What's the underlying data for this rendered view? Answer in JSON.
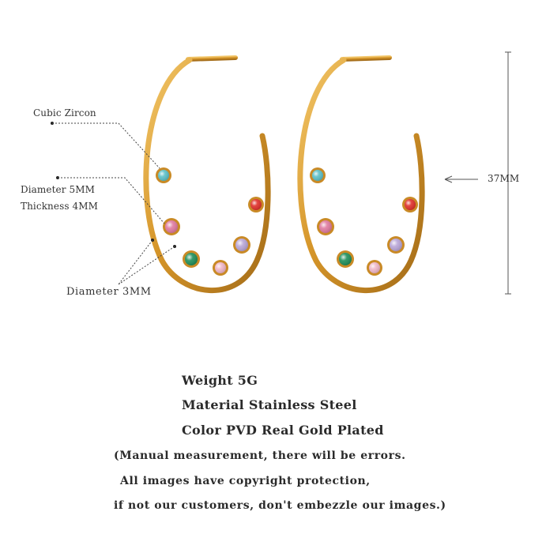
{
  "annotations": {
    "cubic_zircon": "Cubic Zircon",
    "diameter_5mm": "Diameter 5MM",
    "thickness_4mm": "Thickness 4MM",
    "diameter_3mm": "Diameter 3MM",
    "height_37mm": "37MM"
  },
  "specs": {
    "weight": "Weight 5G",
    "material": "Material Stainless Steel",
    "color": "Color PVD Real Gold Plated"
  },
  "notes": {
    "line1": "(Manual measurement, there will be errors.",
    "line2": "All images have copyright protection,",
    "line3": "if not our customers, don't embezzle our images.)"
  },
  "colors": {
    "gold_dark": "#a8731c",
    "gold_mid": "#d89a2e",
    "gold_light": "#f2c56a",
    "stone_aqua": "#5cc0c8",
    "stone_pink": "#e07aa0",
    "stone_green": "#1f8f5a",
    "stone_lightpink": "#f0b7c9",
    "stone_lavender": "#b9a6d8",
    "stone_red": "#e0302a"
  }
}
